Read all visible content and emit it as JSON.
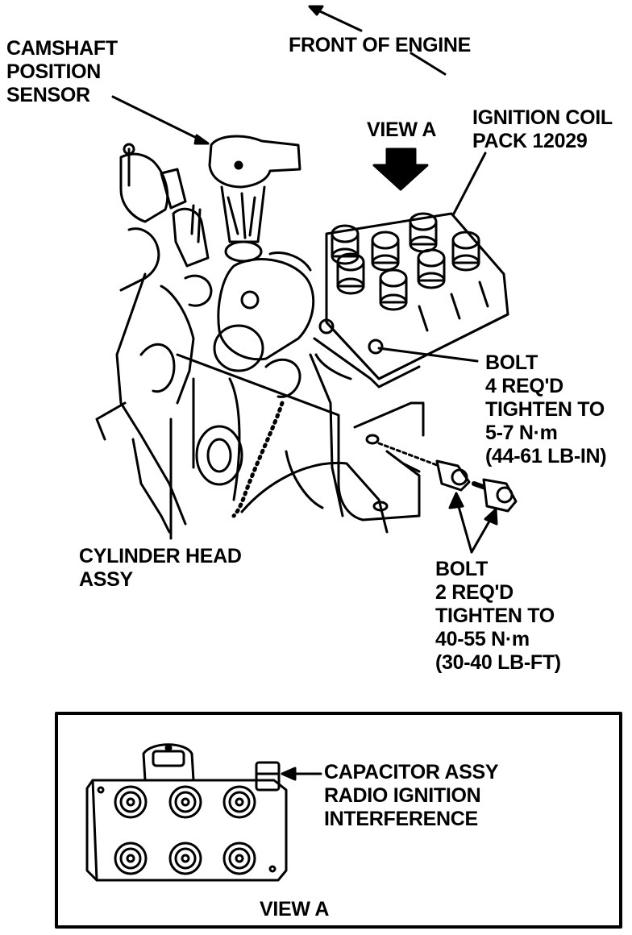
{
  "labels": {
    "front_of_engine": "FRONT OF ENGINE",
    "camshaft_sensor": [
      "CAMSHAFT",
      "POSITION",
      "SENSOR"
    ],
    "view_a_arrow": "VIEW A",
    "ignition_coil": [
      "IGNITION COIL",
      "PACK 12029"
    ],
    "bolt_small": [
      "BOLT",
      "4 REQ'D",
      "TIGHTEN TO",
      "5-7 N·m",
      "(44-61 LB-IN)"
    ],
    "cylinder_head": [
      "CYLINDER HEAD",
      "ASSY"
    ],
    "bolt_large": [
      "BOLT",
      "2 REQ'D",
      "TIGHTEN TO",
      "40-55 N·m",
      "(30-40 LB-FT)"
    ],
    "capacitor": [
      "CAPACITOR ASSY",
      "RADIO IGNITION",
      "INTERFERENCE"
    ],
    "view_a_caption": "VIEW A"
  },
  "colors": {
    "ink": "#000000",
    "paper": "#ffffff"
  }
}
